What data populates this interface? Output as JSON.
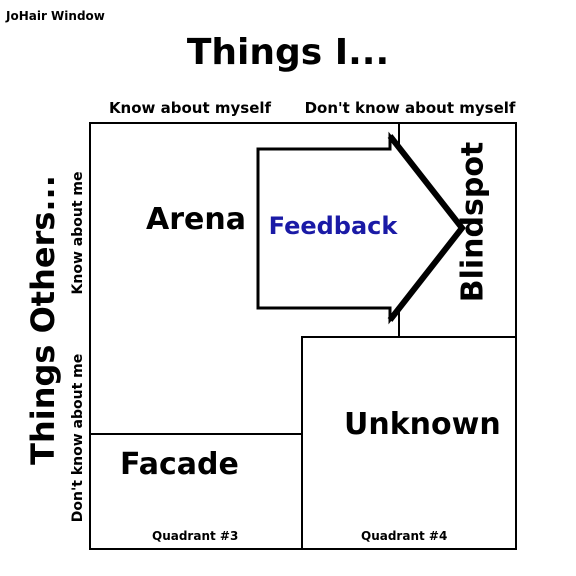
{
  "window": {
    "title": "JoHair Window"
  },
  "header": {
    "title": "Things I..."
  },
  "columns": {
    "know": "Know about myself",
    "dont_know": "Don't know about myself"
  },
  "rows": {
    "group_label": "Things Others...",
    "know": "Know about me",
    "dont_know": "Don't know about me"
  },
  "quadrants": {
    "arena": "Arena",
    "blindspot": "Blindspot",
    "facade": "Facade",
    "unknown": "Unknown",
    "q3_caption": "Quadrant #3",
    "q4_caption": "Quadrant #4"
  },
  "arrow": {
    "label": "Feedback",
    "label_color": "#1a1aa6"
  },
  "colors": {
    "ink": "#000000",
    "background": "#ffffff"
  }
}
